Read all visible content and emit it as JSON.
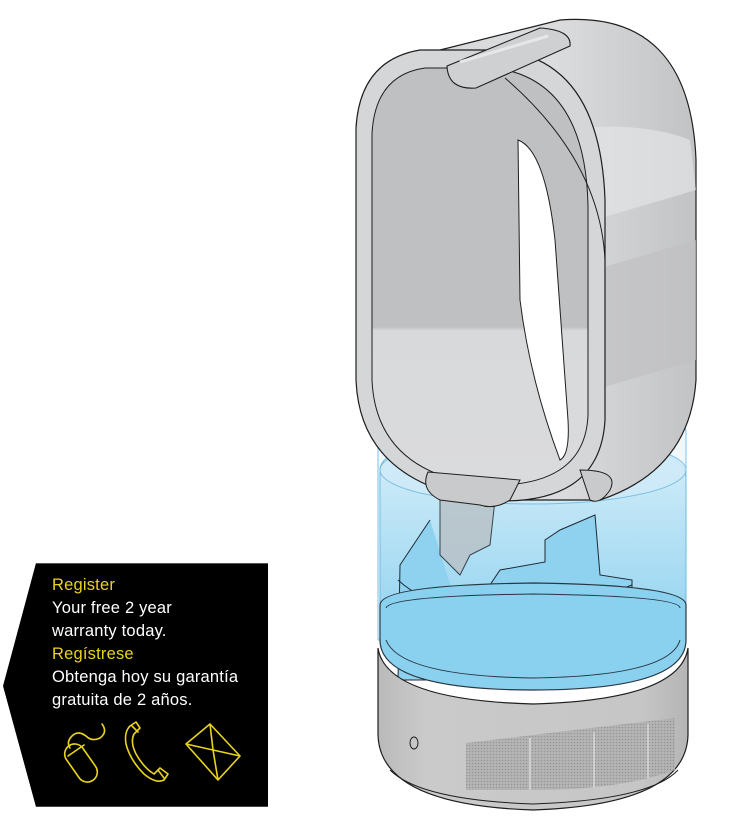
{
  "product_illustration": {
    "description": "Dyson humidifier isometric line drawing",
    "colors": {
      "loop_grey": "#c4c5c7",
      "loop_light": "#dcdddf",
      "tank_blue": "#a9dcf3",
      "tank_deep": "#86cdee",
      "base_grey": "#c8c8c8",
      "outline": "#1e1e1e"
    }
  },
  "register_panel": {
    "background": "#000000",
    "accent": "#e9d41c",
    "lines": [
      {
        "text": "Register",
        "kind": "heading"
      },
      {
        "text": "Your free 2 year",
        "kind": "body"
      },
      {
        "text": "warranty today.",
        "kind": "body"
      },
      {
        "text": "Regístrese",
        "kind": "heading"
      },
      {
        "text": "Obtenga hoy su garantía",
        "kind": "body"
      },
      {
        "text": "gratuita de 2 años.",
        "kind": "body"
      }
    ],
    "icons": [
      {
        "name": "mouse-icon",
        "label": "online"
      },
      {
        "name": "phone-icon",
        "label": "phone"
      },
      {
        "name": "envelope-icon",
        "label": "mail"
      }
    ]
  }
}
